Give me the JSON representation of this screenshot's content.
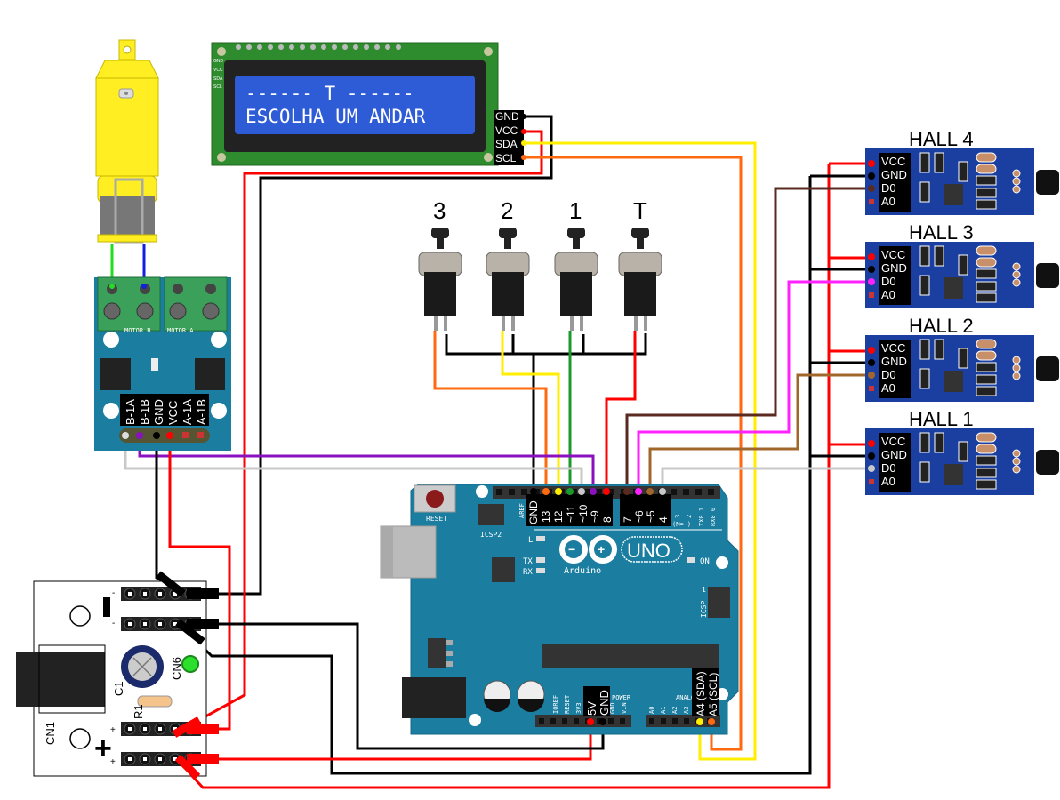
{
  "lcd": {
    "line1": "------ T ------",
    "line2": "ESCOLHA UM ANDAR",
    "small_pins": [
      "GND",
      "VCC",
      "SDA",
      "SCL"
    ],
    "pins": [
      "GND",
      "VCC",
      "SDA",
      "SCL"
    ],
    "colors": {
      "board": "#2e8b2e",
      "screen": "#2e5bd6"
    }
  },
  "buttons": [
    {
      "label": "3",
      "wire_color": "#ff6a10"
    },
    {
      "label": "2",
      "wire_color": "#ffee00"
    },
    {
      "label": "1",
      "wire_color": "#1a9a2a"
    },
    {
      "label": "T",
      "wire_color": "#ff0000"
    }
  ],
  "motor_driver": {
    "pins": [
      "B-1A",
      "B-1B",
      "GND",
      "VCC",
      "A-1A",
      "A-1B"
    ],
    "terminal_labels": [
      "MOTOR B",
      "MOTOR A"
    ]
  },
  "hall_sensors": [
    {
      "title": "HALL 4",
      "pins": [
        "VCC",
        "GND",
        "D0",
        "A0"
      ],
      "d0_color": "#5a2a20"
    },
    {
      "title": "HALL 3",
      "pins": [
        "VCC",
        "GND",
        "D0",
        "A0"
      ],
      "d0_color": "#ff22ff"
    },
    {
      "title": "HALL 2",
      "pins": [
        "VCC",
        "GND",
        "D0",
        "A0"
      ],
      "d0_color": "#a0662a"
    },
    {
      "title": "HALL 1",
      "pins": [
        "VCC",
        "GND",
        "D0",
        "A0"
      ],
      "d0_color": "#c8c8c8"
    }
  ],
  "arduino": {
    "digital_labels_left": [
      "GND",
      "13",
      "12",
      "~11",
      "~10",
      "~9",
      "8"
    ],
    "digital_labels_right": [
      "7",
      "~6",
      "~5",
      "4"
    ],
    "header_small": [
      "AREF",
      "3",
      "2",
      "TX0 1",
      "RX0 0"
    ],
    "pwm_note": "(M=~)",
    "power_labels": [
      "5V",
      "GND"
    ],
    "power_small": [
      "IOREF",
      "RESET",
      "3V3",
      "GND",
      "VIN"
    ],
    "power_title": "POWER",
    "analog_title": "ANALOG IN",
    "analog_small": [
      "A0",
      "A1",
      "A2",
      "A3"
    ],
    "analog_labels": [
      "A4 (SDA)",
      "A5 (SCL)"
    ],
    "reset_label": "RESET",
    "icsp2_label": "ICSP2",
    "icsp_label": "ICSP",
    "led_l": "L",
    "led_tx": "TX",
    "led_rx": "RX",
    "led_on": "ON",
    "logo_text": "Arduino",
    "model": "UNO",
    "icsp_pin1": "1",
    "board_color": "#1b7ea0"
  },
  "power_module": {
    "labels": {
      "cn1": "CN1",
      "c1": "C1",
      "r1": "R1",
      "cn6": "CN6"
    },
    "rail_signs": [
      "-",
      "-",
      "+",
      "+"
    ],
    "big_minus": "−",
    "big_plus": "+"
  }
}
